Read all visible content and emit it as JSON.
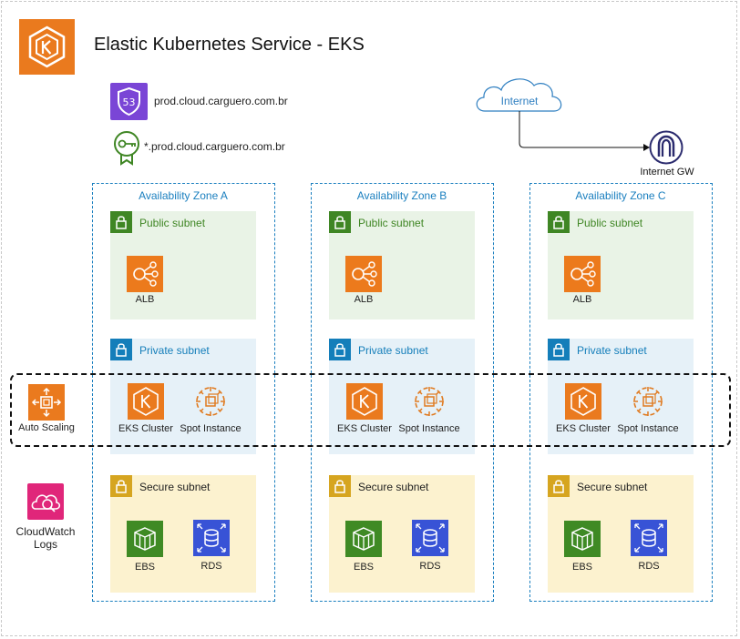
{
  "title": "Elastic Kubernetes Service - EKS",
  "dns": {
    "route53_badge": "53",
    "route53_label": "prod.cloud.carguero.com.br",
    "cert_label": "*.prod.cloud.carguero.com.br"
  },
  "internet": {
    "label": "Internet"
  },
  "igw": {
    "label": "Internet GW"
  },
  "autoscaling": {
    "label": "Auto Scaling"
  },
  "cloudwatch": {
    "label_line1": "CloudWatch",
    "label_line2": "Logs"
  },
  "zones": [
    {
      "name": "Availability Zone A",
      "public": {
        "title": "Public subnet",
        "alb": "ALB"
      },
      "private": {
        "title": "Private subnet",
        "eks": "EKS Cluster",
        "spot": "Spot Instance"
      },
      "secure": {
        "title": "Secure subnet",
        "ebs": "EBS",
        "rds": "RDS"
      }
    },
    {
      "name": "Availability Zone B",
      "public": {
        "title": "Public subnet",
        "alb": "ALB"
      },
      "private": {
        "title": "Private subnet",
        "eks": "EKS Cluster",
        "spot": "Spot Instance"
      },
      "secure": {
        "title": "Secure subnet",
        "ebs": "EBS",
        "rds": "RDS"
      }
    },
    {
      "name": "Availability Zone C",
      "public": {
        "title": "Public subnet",
        "alb": "ALB"
      },
      "private": {
        "title": "Private subnet",
        "eks": "EKS Cluster",
        "spot": "Spot Instance"
      },
      "secure": {
        "title": "Secure subnet",
        "ebs": "EBS",
        "rds": "RDS"
      }
    }
  ]
}
